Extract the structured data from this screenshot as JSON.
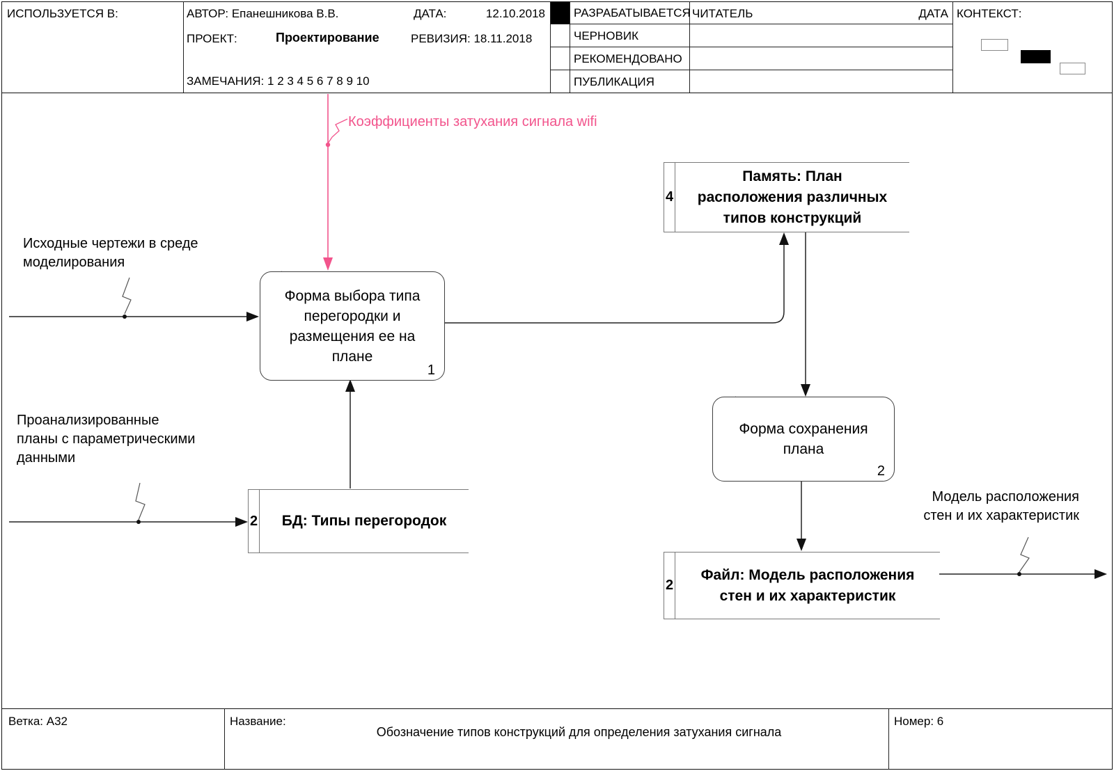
{
  "header": {
    "used_in_label": "ИСПОЛЬЗУЕТСЯ В:",
    "author_label": "АВТОР:",
    "author": "Епанешникова В.В.",
    "date_label": "ДАТА:",
    "date": "12.10.2018",
    "project_label": "ПРОЕКТ:",
    "project": "Проектирование",
    "revision_label": "РЕВИЗИЯ:",
    "revision": "18.11.2018",
    "notes_label": "ЗАМЕЧАНИЯ:",
    "notes": "1 2 3 4 5 6 7 8 9 10",
    "statuses": [
      "РАЗРАБАТЫВАЕТСЯ",
      "ЧЕРНОВИК",
      "РЕКОМЕНДОВАНО",
      "ПУБЛИКАЦИЯ"
    ],
    "reader_label": "ЧИТАТЕЛЬ",
    "reader_date_label": "ДАТА",
    "context_label": "КОНТЕКСТ:"
  },
  "diagram": {
    "accent_color": "#f2548c",
    "control_arrow_label": "Коэффициенты затухания сигнала wifi",
    "input1_label": "Исходные чертежи в среде\nмоделирования",
    "input2_label": "Проанализированные\nпланы с параметрическими\nданными",
    "output_label": "Модель расположения\nстен и их характеристик",
    "activity1": {
      "number": "1",
      "text": "Форма выбора типа\nперегородки и\nразмещения ее на\nплане"
    },
    "activity2": {
      "number": "2",
      "text": "Форма сохранения\nплана"
    },
    "store_memory": {
      "number": "4",
      "text": "Память: План\nрасположения различных\nтипов конструкций"
    },
    "store_db": {
      "number": "2",
      "text": "БД: Типы перегородок"
    },
    "store_file": {
      "number": "2",
      "text": "Файл: Модель расположения\nстен и их характеристик"
    }
  },
  "footer": {
    "branch_label": "Ветка:",
    "branch": "А32",
    "name_label": "Название:",
    "title": "Обозначение типов конструкций для определения затухания сигнала",
    "number_label": "Номер:",
    "number": "6"
  }
}
